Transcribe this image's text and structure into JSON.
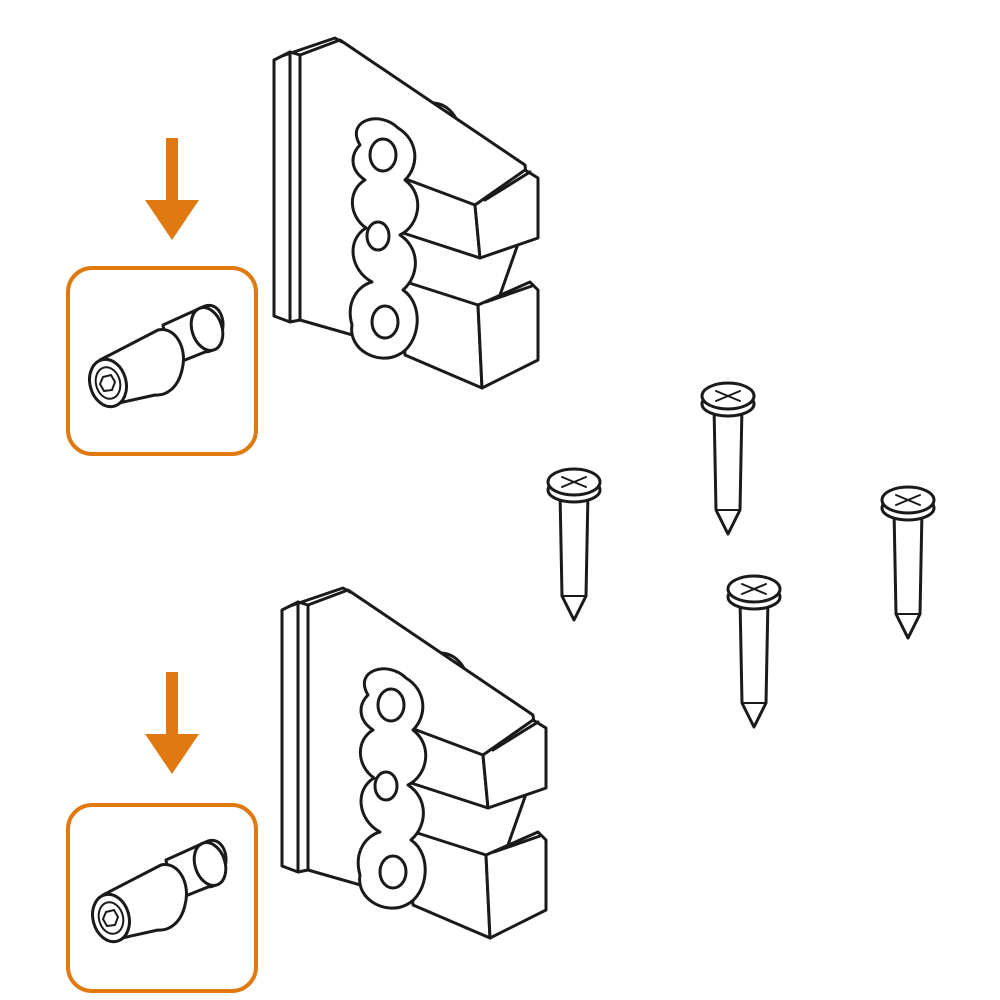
{
  "accent_color": "#E07A10",
  "line_color": "#1a1a1a",
  "parts": [
    {
      "name": "hinge-bracket",
      "quantity": 2
    },
    {
      "name": "grub-screw",
      "quantity": 2,
      "highlighted": true
    },
    {
      "name": "wood-screw",
      "quantity": 4
    }
  ],
  "icons": [
    "down-arrow-icon",
    "grub-screw-icon",
    "wood-screw-icon",
    "hinge-bracket-icon"
  ]
}
